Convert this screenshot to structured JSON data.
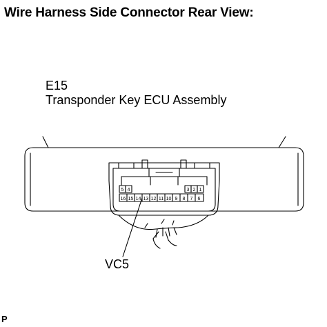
{
  "title": "Wire Harness Side Connector Rear View:",
  "connector": {
    "code": "E15",
    "name": "Transponder Key ECU Assembly"
  },
  "pins": {
    "top_left": [
      "5",
      "4"
    ],
    "top_right": [
      "3",
      "2",
      "1"
    ],
    "bottom": [
      "16",
      "15",
      "14",
      "13",
      "12",
      "11",
      "10",
      "9",
      "8",
      "7",
      "6"
    ]
  },
  "callout": {
    "pin_name": "VC5"
  },
  "corner_mark": "P"
}
